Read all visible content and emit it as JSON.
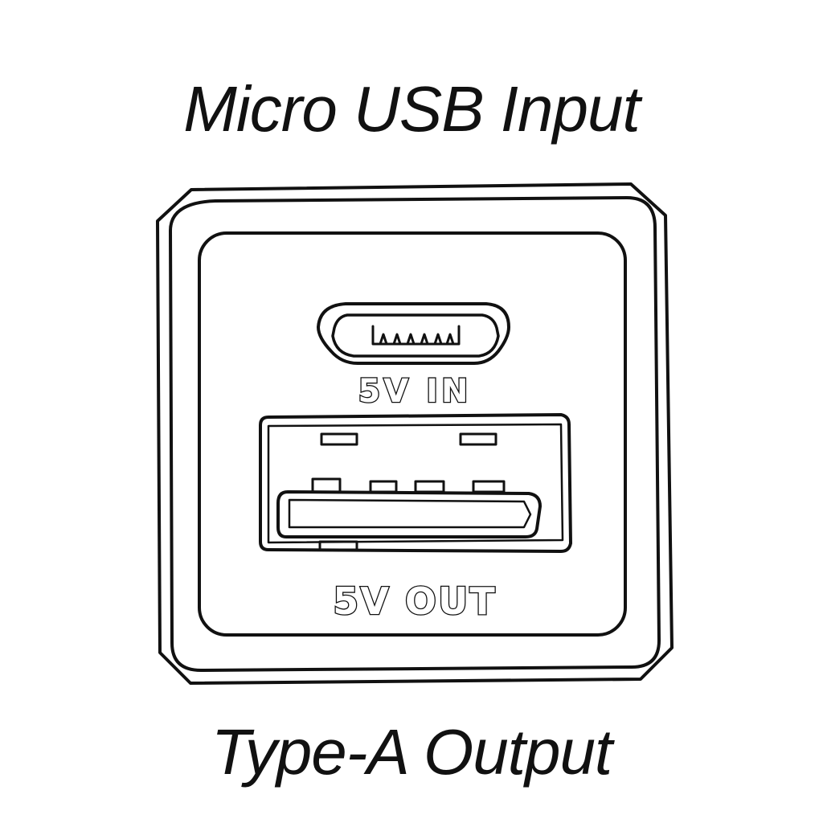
{
  "captions": {
    "top": "Micro USB Input",
    "bottom": "Type-A Output"
  },
  "ports": {
    "micro_usb_label": "5V IN",
    "usb_a_label": "5V OUT"
  },
  "colors": {
    "stroke": "#111111",
    "background": "#ffffff"
  }
}
